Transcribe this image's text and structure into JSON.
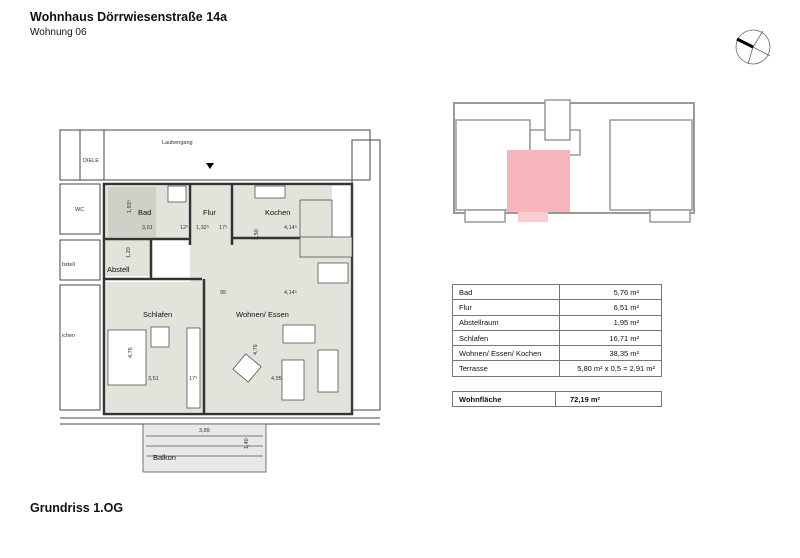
{
  "header": {
    "title": "Wohnhaus Dörrwiesenstraße 14a",
    "subtitle": "Wohnung 06"
  },
  "footer": {
    "label": "Grundriss 1.OG"
  },
  "plan": {
    "rooms": {
      "bad": "Bad",
      "flur": "Flur",
      "kochen": "Kochen",
      "abstell": "Abstell",
      "schlafen": "Schlafen",
      "wohnen": "Wohnen/ Essen",
      "balkon": "Balkon"
    },
    "neighbors": {
      "diele": "DIELE",
      "wc": "WC",
      "abstell": "bstell",
      "kuechen": "ichen",
      "laubengang": "Laubengang"
    },
    "dims": {
      "d1": "3,01",
      "d2": "12⁵",
      "d3": "1,32⁵",
      "d4": "17⁵",
      "d5": "4,14⁵",
      "d6": "3,50",
      "d7": "1,20",
      "d8": "1,93⁵",
      "d9": "95",
      "d10": "4,14⁵",
      "d11": "4,76",
      "d12": "3,51",
      "d13": "17⁵",
      "d14": "4,76",
      "d15": "4,95",
      "d16": "3,89",
      "d17": "1,40"
    }
  },
  "colors": {
    "highlight": "#f7b6bb",
    "floor": "#e2e3da"
  },
  "areas": {
    "rows": [
      {
        "room": "Bad",
        "area": "5,76 m²"
      },
      {
        "room": "Flur",
        "area": "6,51 m²"
      },
      {
        "room": "Abstellraum",
        "area": "1,95 m²"
      },
      {
        "room": "Schlafen",
        "area": "16,71 m²"
      },
      {
        "room": "Wohnen/ Essen/ Kochen",
        "area": "38,35 m²"
      },
      {
        "room": "Terrasse",
        "area": "5,80 m² x 0,5 = 2,91 m²"
      }
    ],
    "total_label": "Wohnfläche",
    "total_value": "72,19 m²"
  }
}
